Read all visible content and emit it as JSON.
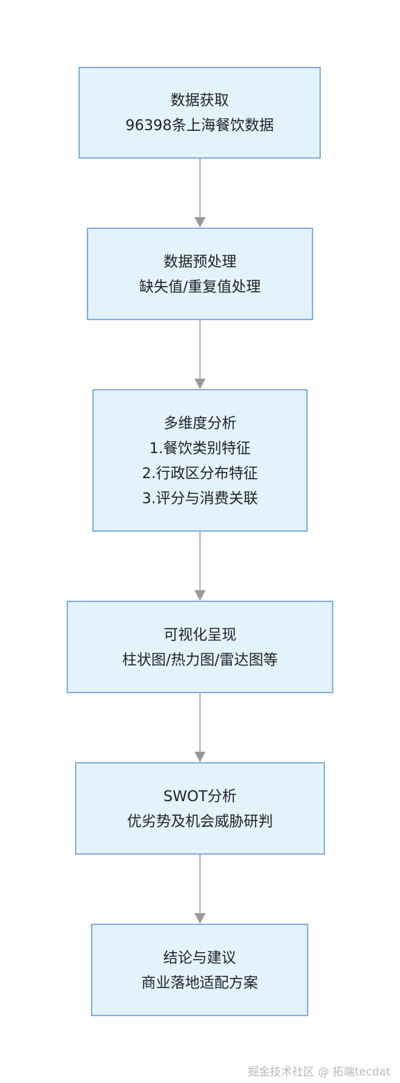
{
  "nodes": [
    {
      "lines": [
        "数据获取",
        "96398条上海餐饮数据"
      ]
    },
    {
      "lines": [
        "数据预处理",
        "缺失值/重复值处理"
      ]
    },
    {
      "lines": [
        "多维度分析",
        "1.餐饮类别特征",
        "2.行政区分布特征",
        "3.评分与消费关联"
      ]
    },
    {
      "lines": [
        "可视化呈现",
        "柱状图/热力图/雷达图等"
      ]
    },
    {
      "lines": [
        "SWOT分析",
        "优劣势及机会威胁研判"
      ]
    },
    {
      "lines": [
        "结论与建议",
        "商业落地适配方案"
      ]
    }
  ],
  "colors": {
    "node_fill": "#e2f3fb",
    "node_border": "#86aee0",
    "edge": "#999999",
    "text": "#222222",
    "watermark": "#b8b8b8"
  },
  "watermark": "掘金技术社区 @ 拓端tecdat"
}
